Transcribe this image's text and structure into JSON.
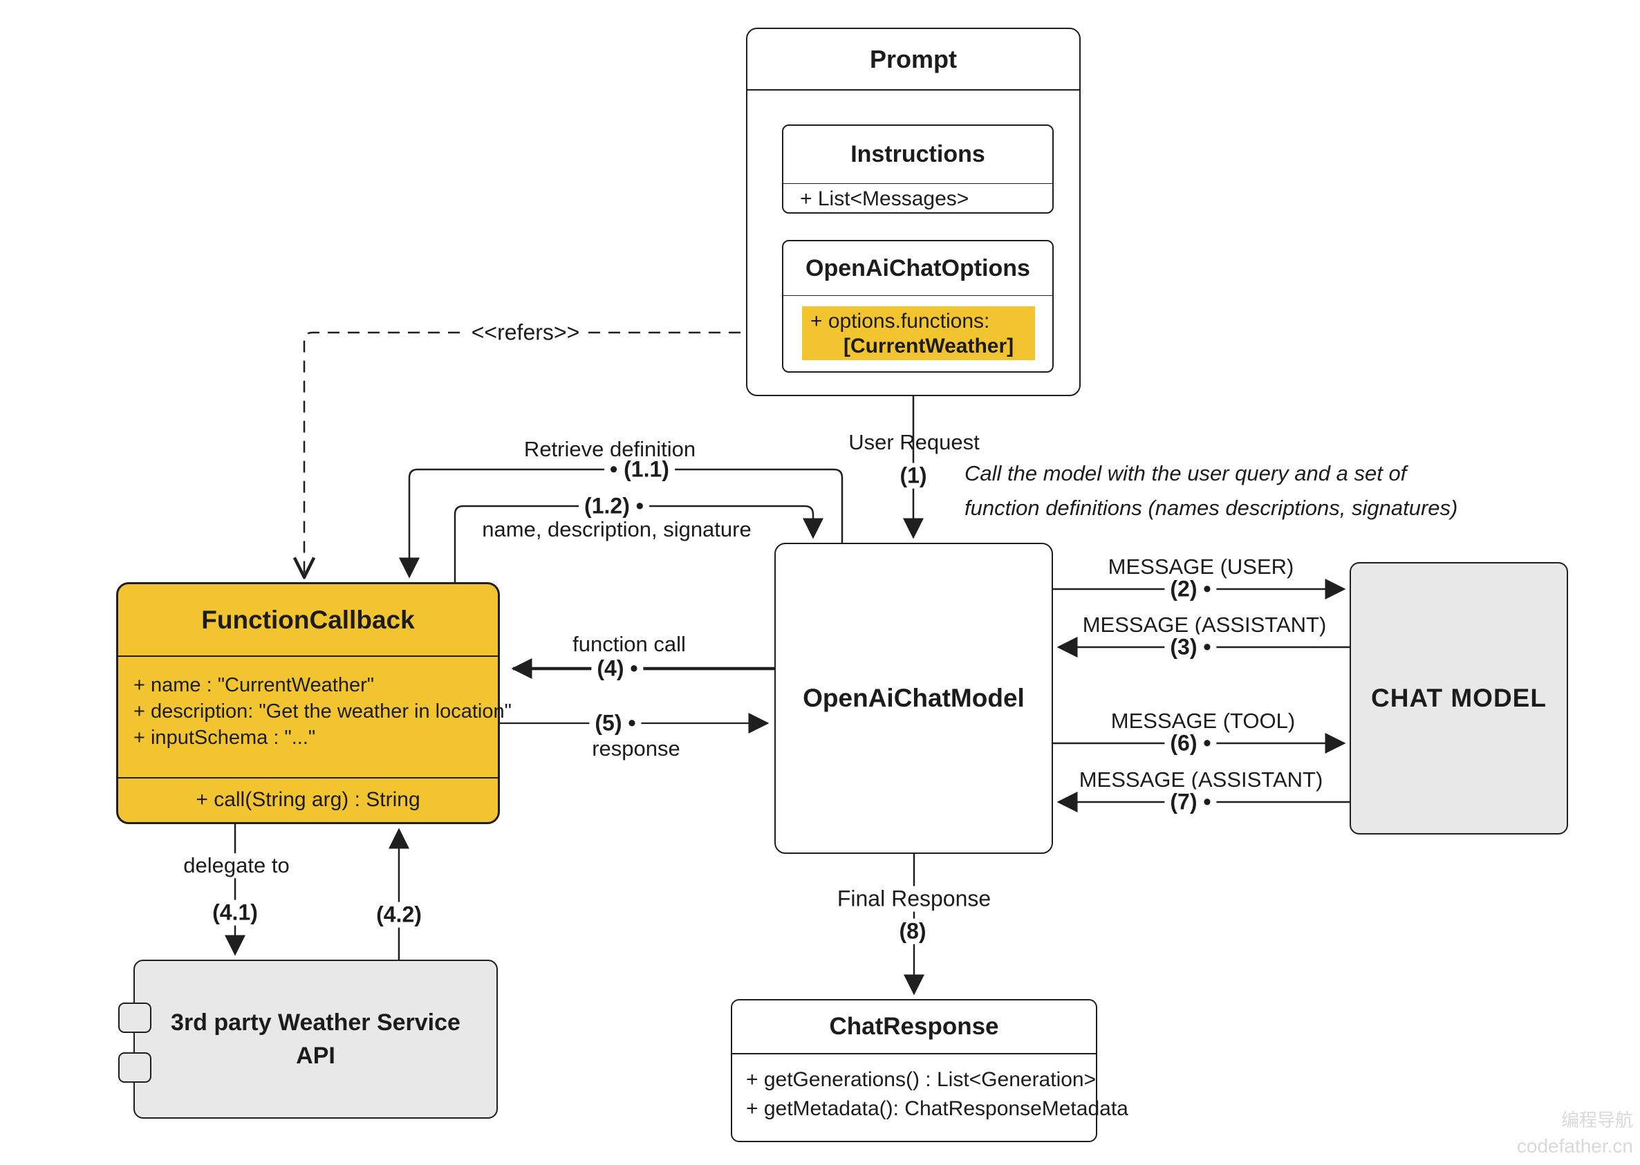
{
  "prompt": {
    "title": "Prompt"
  },
  "instructions": {
    "title": "Instructions",
    "attr": "+ List<Messages>"
  },
  "options": {
    "title": "OpenAiChatOptions",
    "fn_line1": "+ options.functions:",
    "fn_line2": "[CurrentWeather]"
  },
  "function_callback": {
    "title": "FunctionCallback",
    "attrs": [
      "+ name : \"CurrentWeather\"",
      "+ description: \"Get the weather in location\"",
      "+ inputSchema : \"...\""
    ],
    "method": "+ call(String arg) : String"
  },
  "open_ai_chat_model": {
    "title": "OpenAiChatModel"
  },
  "chat_model": {
    "title": "CHAT MODEL"
  },
  "weather_api": {
    "title_line1": "3rd party Weather Service",
    "title_line2": "API"
  },
  "chat_response": {
    "title": "ChatResponse",
    "methods": [
      "+ getGenerations() : List<Generation>",
      "+ getMetadata(): ChatResponseMetadata"
    ]
  },
  "edges": {
    "refers": "<<refers>>",
    "retrieve_definition": "Retrieve definition",
    "step_1_1": "• (1.1)",
    "step_1_2": "(1.2) •",
    "retrieve_payload": "name, description, signature",
    "user_request": "User Request",
    "step_1": "(1)",
    "note_line1": "Call the model with the user query and a set of",
    "note_line2": "function definitions (names descriptions, signatures)",
    "function_call": "function call",
    "step_4": "(4) •",
    "step_5": "(5) •",
    "response": "response",
    "message_user": "MESSAGE (USER)",
    "step_2": "(2) •",
    "message_assistant_3": "MESSAGE (ASSISTANT)",
    "step_3": "(3) •",
    "message_tool": "MESSAGE (TOOL)",
    "step_6": "(6) •",
    "message_assistant_7": "MESSAGE (ASSISTANT)",
    "step_7": "(7) •",
    "delegate_to": "delegate to",
    "step_4_1": "(4.1)",
    "step_4_2": "(4.2)",
    "final_response": "Final Response",
    "step_8": "(8)"
  },
  "watermark": {
    "line1": "编程导航",
    "line2": "codefather.cn"
  },
  "colors": {
    "gold": "#F2C430",
    "gray": "#E8E8E8",
    "line": "#1F1F1F"
  }
}
